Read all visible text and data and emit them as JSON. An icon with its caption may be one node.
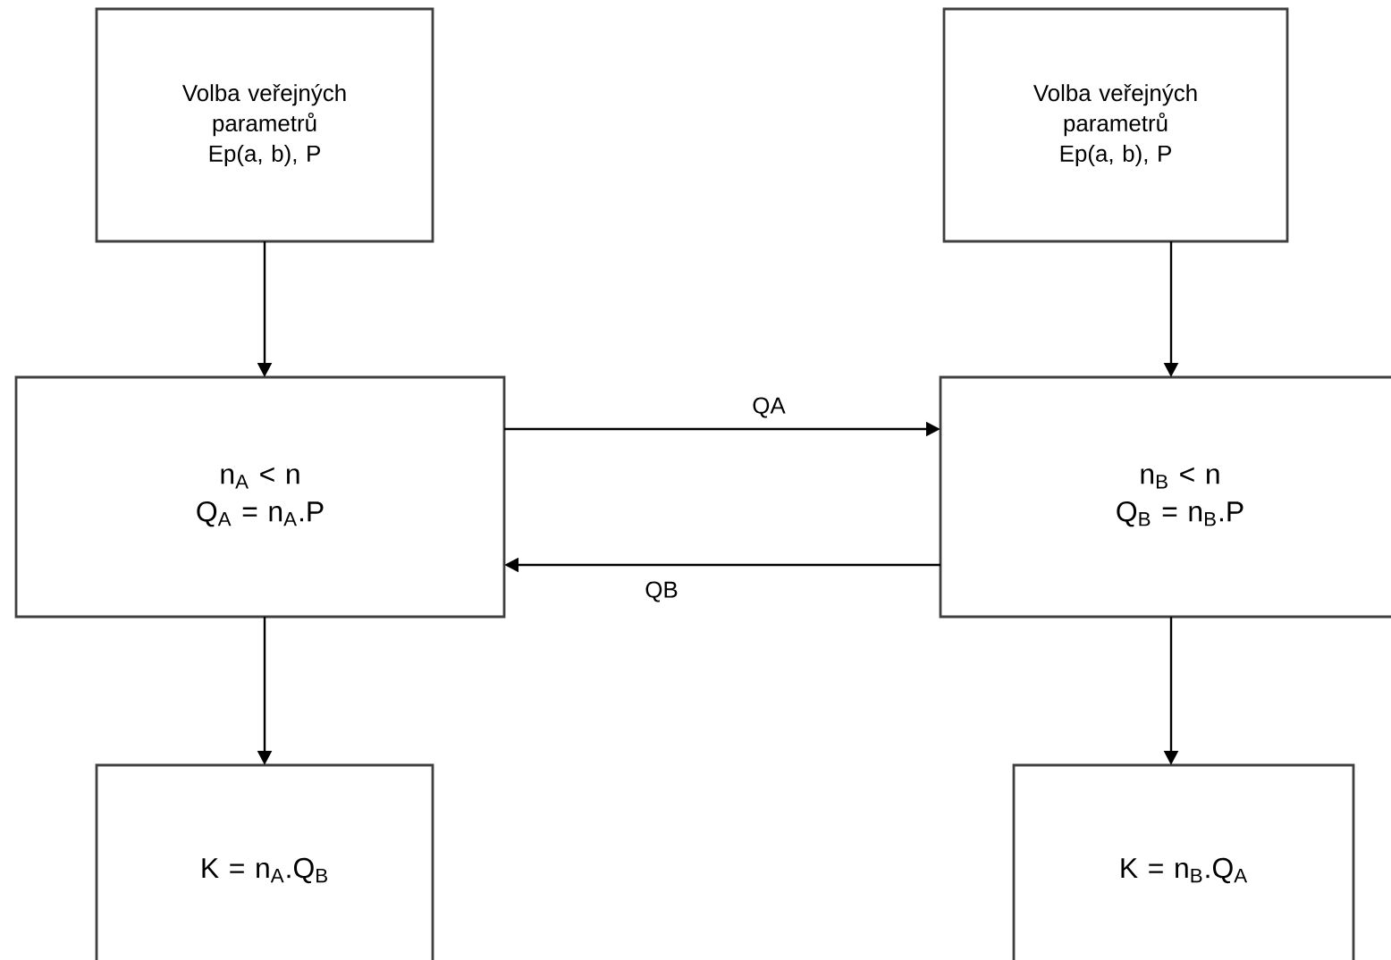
{
  "diagram": {
    "nodes": [
      {
        "text": [
          "Volba veřejných parametrů",
          "Ep(a, b), P"
        ]
      },
      {
        "text": [
          "Volba veřejných parametrů",
          "Ep(a, b), P"
        ]
      },
      {
        "text": [
          "n$_{A}$ < n",
          "Q$_{A}$ = n$_{A}$.P"
        ]
      },
      {
        "text": [
          "n$_{B}$ < n",
          "Q$_{B}$ = n$_{B}$.P"
        ]
      },
      {
        "text": [
          "K = n$_{A}$.Q$_{B}$"
        ]
      },
      {
        "text": [
          "K = n$_{B}$.Q$_{A}$"
        ]
      }
    ],
    "edges": [
      {
        "from": 0,
        "to": 2,
        "arrow": "to"
      },
      {
        "from": 1,
        "to": 3,
        "arrow": "to"
      },
      {
        "from": 2,
        "to": 3,
        "arrow": "to",
        "label": "QA"
      },
      {
        "from": 3,
        "to": 2,
        "arrow": "to",
        "label": "QB"
      },
      {
        "from": 2,
        "to": 4,
        "arrow": "to"
      },
      {
        "from": 3,
        "to": 5,
        "arrow": "to"
      }
    ]
  }
}
